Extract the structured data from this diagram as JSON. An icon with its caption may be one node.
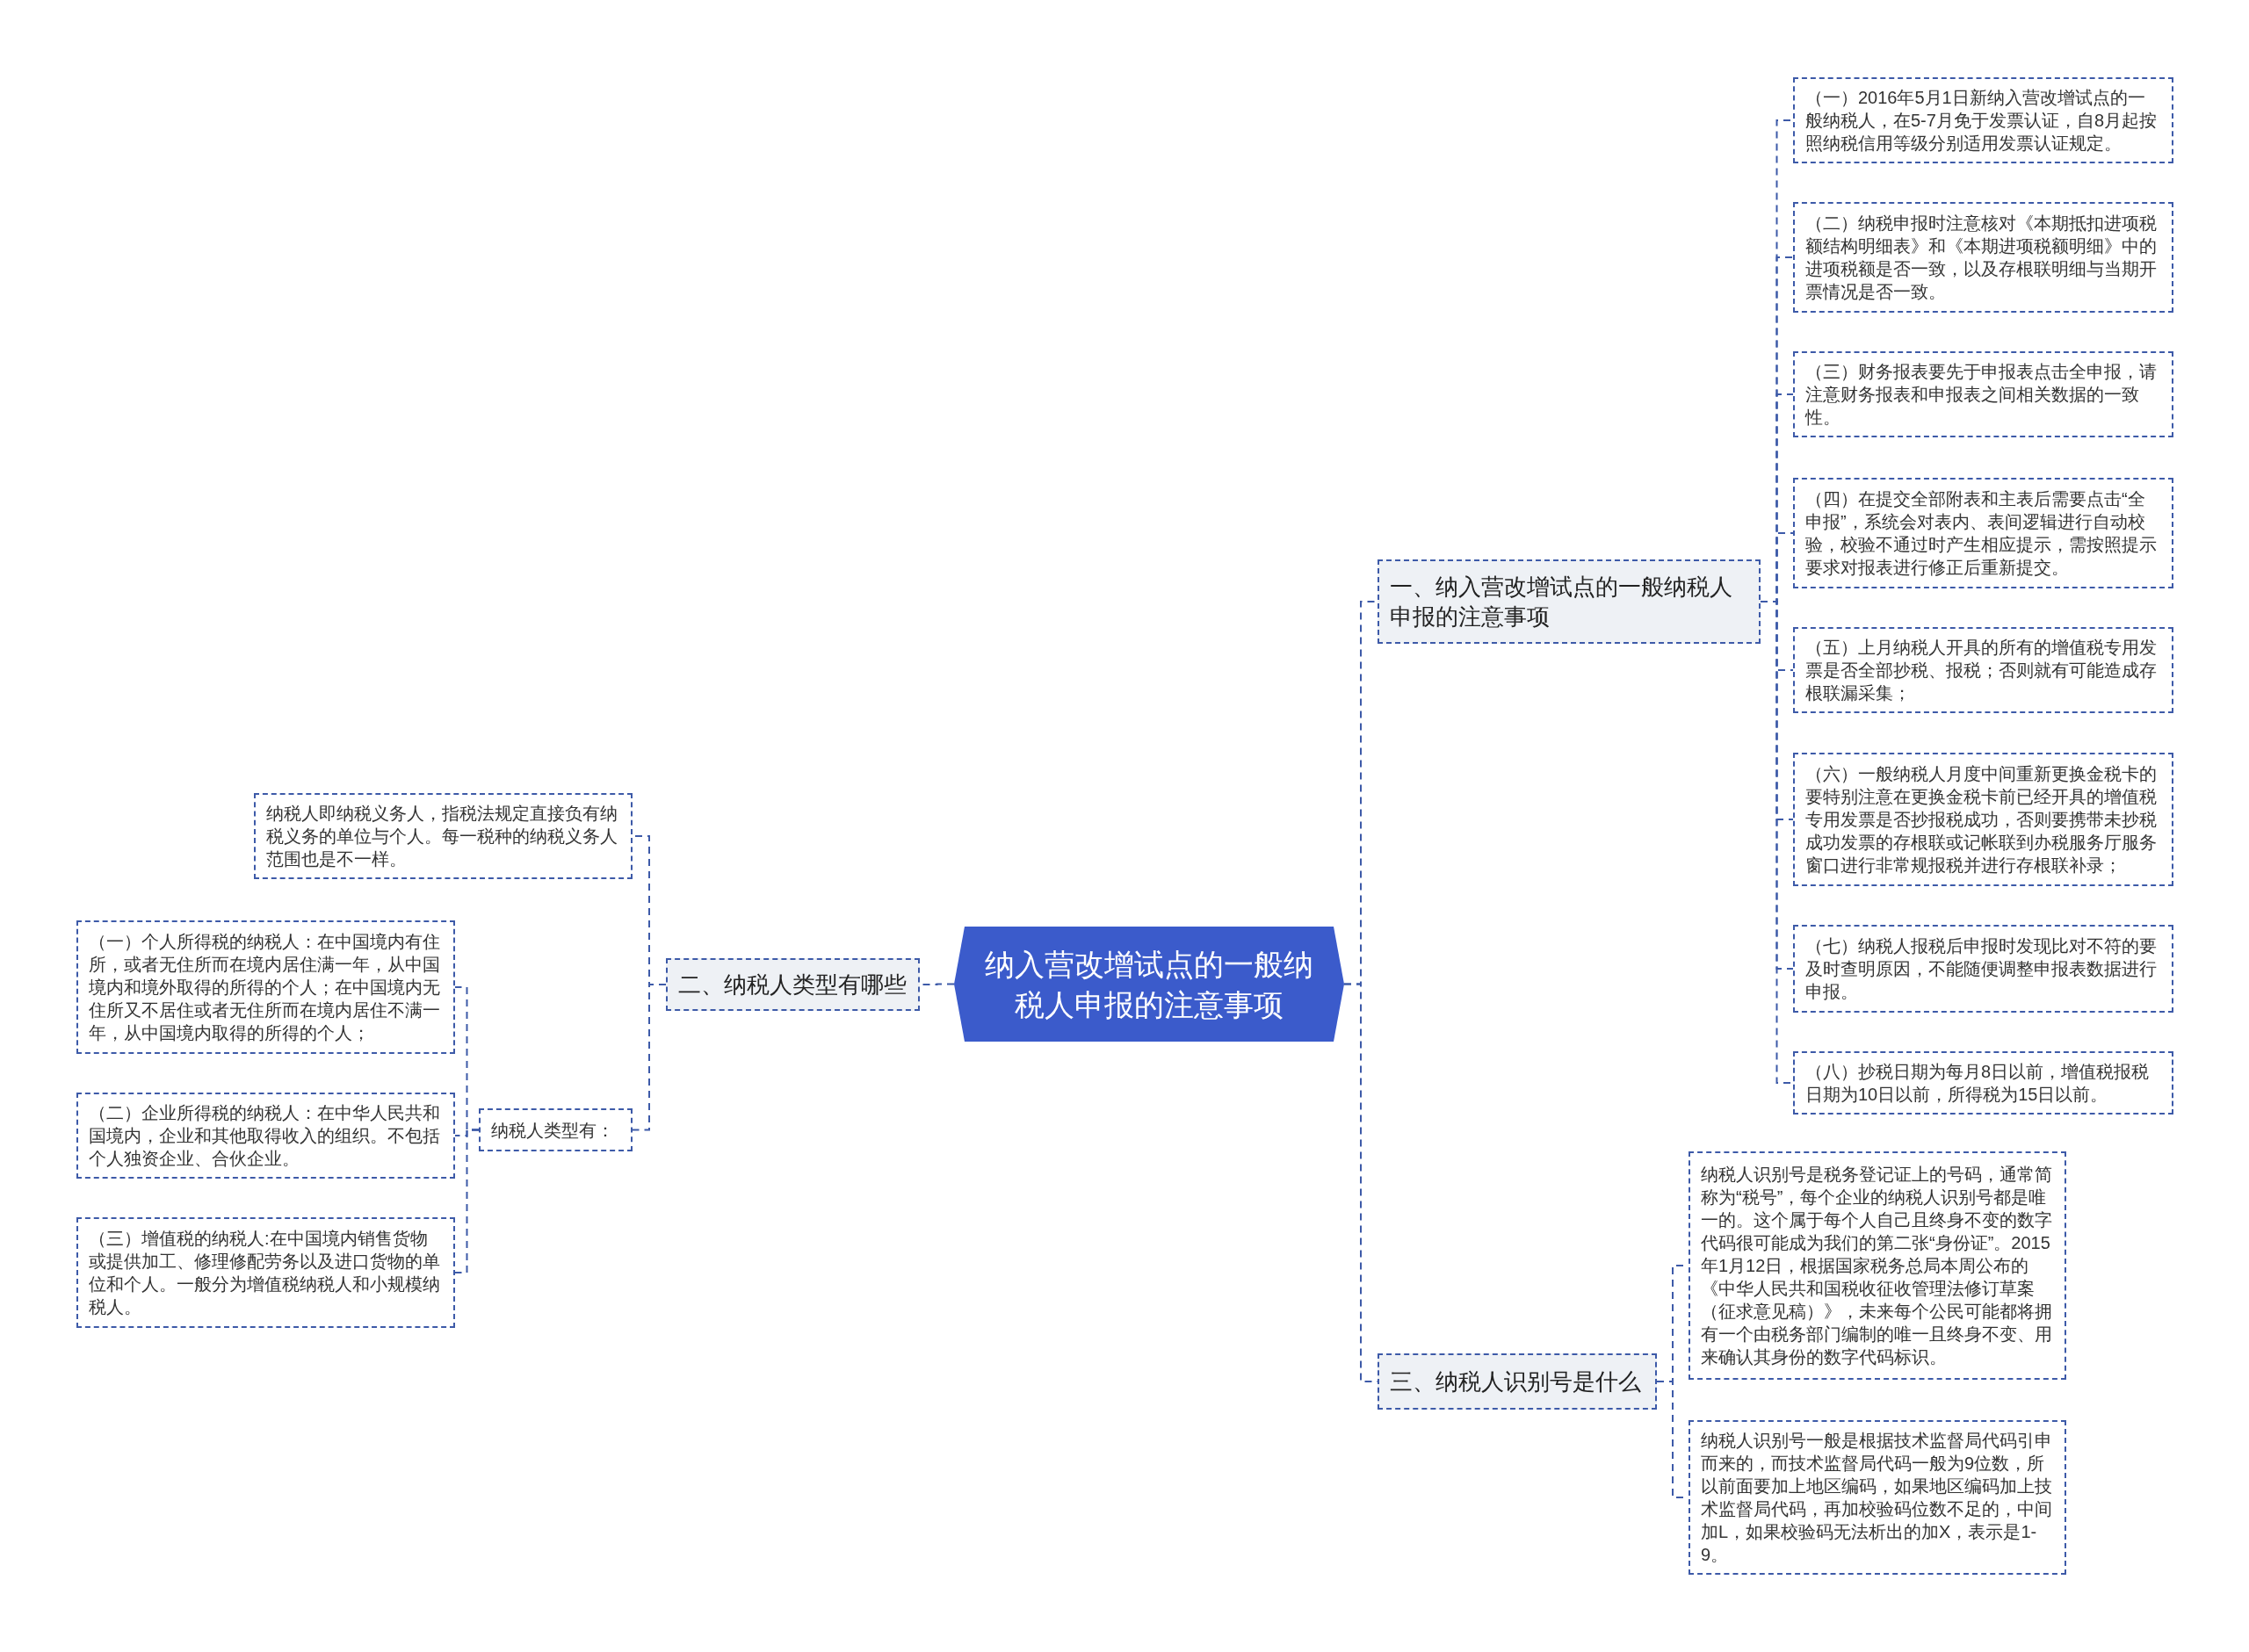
{
  "diagram": {
    "nodes": [
      {
        "text": [
          "纳入营改增试点的一般纳税人申报的注意事项"
        ]
      },
      {
        "text": [
          "一、纳入营改增试点的一般纳税人申报的注意事项"
        ]
      },
      {
        "text": [
          "（一）2016年5月1日新纳入营改增试点的一般纳税人，在5-7月免于发票认证，自8月起按照纳税信用等级分别适用发票认证规定。"
        ]
      },
      {
        "text": [
          "（二）纳税申报时注意核对《本期抵扣进项税额结构明细表》和《本期进项税额明细》中的进项税额是否一致，以及存根联明细与当期开票情况是否一致。"
        ]
      },
      {
        "text": [
          "（三）财务报表要先于申报表点击全申报，请注意财务报表和申报表之间相关数据的一致性。"
        ]
      },
      {
        "text": [
          "（四）在提交全部附表和主表后需要点击“全申报”，系统会对表内、表间逻辑进行自动校验，校验不通过时产生相应提示，需按照提示要求对报表进行修正后重新提交。"
        ]
      },
      {
        "text": [
          "（五）上月纳税人开具的所有的增值税专用发票是否全部抄税、报税；否则就有可能造成存根联漏采集；"
        ]
      },
      {
        "text": [
          "（六）一般纳税人月度中间重新更换金税卡的要特别注意在更换金税卡前已经开具的增值税专用发票是否抄报税成功，否则要携带未抄税成功发票的存根联或记帐联到办税服务厅服务窗口进行非常规报税并进行存根联补录；"
        ]
      },
      {
        "text": [
          "（七）纳税人报税后申报时发现比对不符的要及时查明原因，不能随便调整申报表数据进行申报。"
        ]
      },
      {
        "text": [
          "（八）抄税日期为每月8日以前，增值税报税日期为10日以前，所得税为15日以前。"
        ]
      },
      {
        "text": [
          "二、纳税人类型有哪些"
        ]
      },
      {
        "text": [
          "纳税人即纳税义务人，指税法规定直接负有纳税义务的单位与个人。每一税种的纳税义务人范围也是不一样。"
        ]
      },
      {
        "text": [
          "纳税人类型有："
        ]
      },
      {
        "text": [
          "（一）个人所得税的纳税人：在中国境内有住所，或者无住所而在境内居住满一年，从中国境内和境外取得的所得的个人；在中国境内无住所又不居住或者无住所而在境内居住不满一年，从中国境内取得的所得的个人；"
        ]
      },
      {
        "text": [
          "（二）企业所得税的纳税人：在中华人民共和国境内，企业和其他取得收入的组织。不包括个人独资企业、合伙企业。"
        ]
      },
      {
        "text": [
          "（三）增值税的纳税人:在中国境内销售货物或提供加工、修理修配劳务以及进口货物的单位和个人。一般分为增值税纳税人和小规模纳税人。"
        ]
      },
      {
        "text": [
          "三、纳税人识别号是什么"
        ]
      },
      {
        "text": [
          "纳税人识别号是税务登记证上的号码，通常简称为“税号”，每个企业的纳税人识别号都是唯一的。这个属于每个人自己且终身不变的数字代码很可能成为我们的第二张“身份证”。2015年1月12日，根据国家税务总局本周公布的《中华人民共和国税收征收管理法修订草案（征求意见稿）》，未来每个公民可能都将拥有一个由税务部门编制的唯一且终身不变、用来确认其身份的数字代码标识。"
        ]
      },
      {
        "text": [
          "纳税人识别号一般是根据技术监督局代码引申而来的，而技术监督局代码一般为9位数，所以前面要加上地区编码，如果地区编码加上技术监督局代码，再加校验码位数不足的，中间加L，如果校验码无法析出的加X，表示是1-9。"
        ]
      }
    ],
    "edges": [
      {
        "from": 0,
        "to": 1,
        "arrow": "none"
      },
      {
        "from": 1,
        "to": 2,
        "arrow": "none"
      },
      {
        "from": 1,
        "to": 3,
        "arrow": "none"
      },
      {
        "from": 1,
        "to": 4,
        "arrow": "none"
      },
      {
        "from": 1,
        "to": 5,
        "arrow": "none"
      },
      {
        "from": 1,
        "to": 6,
        "arrow": "none"
      },
      {
        "from": 1,
        "to": 7,
        "arrow": "none"
      },
      {
        "from": 1,
        "to": 8,
        "arrow": "none"
      },
      {
        "from": 1,
        "to": 9,
        "arrow": "none"
      },
      {
        "from": 0,
        "to": 10,
        "arrow": "none"
      },
      {
        "from": 10,
        "to": 11,
        "arrow": "none"
      },
      {
        "from": 10,
        "to": 12,
        "arrow": "none"
      },
      {
        "from": 12,
        "to": 13,
        "arrow": "none"
      },
      {
        "from": 12,
        "to": 14,
        "arrow": "none"
      },
      {
        "from": 12,
        "to": 15,
        "arrow": "none"
      },
      {
        "from": 0,
        "to": 16,
        "arrow": "none"
      },
      {
        "from": 16,
        "to": 17,
        "arrow": "none"
      },
      {
        "from": 16,
        "to": 18,
        "arrow": "none"
      }
    ]
  }
}
